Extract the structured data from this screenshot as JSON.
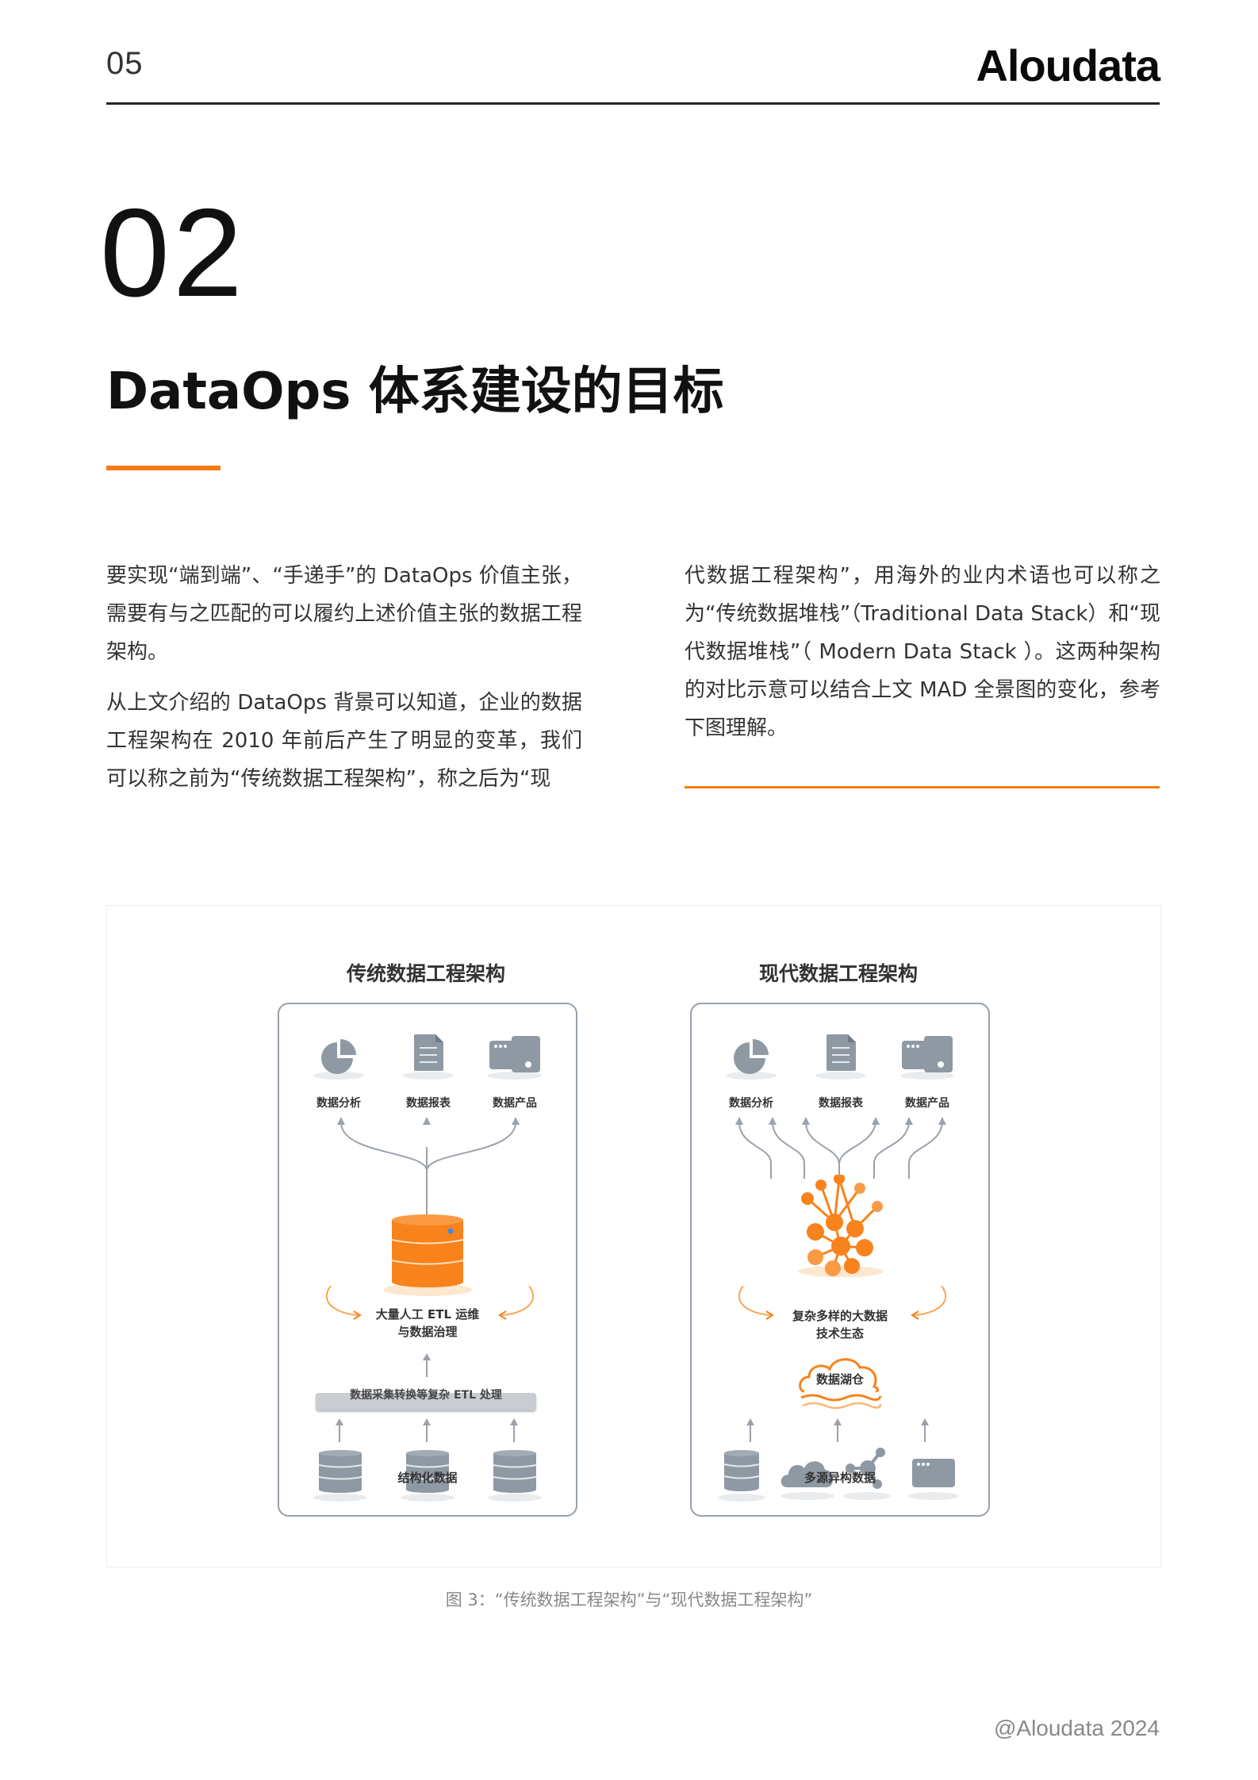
{
  "header": {
    "page_number": "05",
    "brand": "Aloudata"
  },
  "chapter": {
    "number": "02",
    "title": "DataOps 体系建设的目标"
  },
  "body": {
    "left_paragraphs": [
      "要实现“端到端”、“手递手”的 DataOps 价值主张，需要有与之匹配的可以履约上述价值主张的数据工程架构。",
      "从上文介绍的 DataOps 背景可以知道，企业的数据工程架构在 2010 年前后产生了明显的变革，我们可以称之前为“传统数据工程架构”，称之后为“现"
    ],
    "right_paragraphs": [
      "代数据工程架构”，用海外的业内术语也可以称之为“传统数据堆栈”（Traditional Data Stack）和“现代数据堆栈”（ Modern Data Stack ）。这两种架构的对比示意可以结合上文 MAD 全景图的变化，参考下图理解。"
    ]
  },
  "figure": {
    "traditional": {
      "title": "传统数据工程架构",
      "top_icons": [
        {
          "icon": "pie-chart-icon",
          "label": "数据分析"
        },
        {
          "icon": "document-icon",
          "label": "数据报表"
        },
        {
          "icon": "product-window-icon",
          "label": "数据产品"
        }
      ],
      "core_icon": "orange-database-icon",
      "middle_label_line1": "大量人工 ETL 运维",
      "middle_label_line2": "与数据治理",
      "etl_bar_label": "数据采集转换等复杂 ETL 处理",
      "bottom_icons": [
        "database-icon",
        "database-icon",
        "database-icon"
      ],
      "bottom_label": "结构化数据"
    },
    "modern": {
      "title": "现代数据工程架构",
      "top_icons": [
        {
          "icon": "pie-chart-icon",
          "label": "数据分析"
        },
        {
          "icon": "document-icon",
          "label": "数据报表"
        },
        {
          "icon": "product-window-icon",
          "label": "数据产品"
        }
      ],
      "core_icon": "network-graph-icon",
      "middle_label_line1": "复杂多样的大数据",
      "middle_label_line2": "技术生态",
      "lakehouse_label": "数据湖仓",
      "bottom_icons": [
        "database-icon",
        "cloud-icon",
        "share-nodes-icon",
        "browser-window-icon"
      ],
      "bottom_label": "多源异构数据"
    },
    "caption": "图 3：“传统数据工程架构”与“现代数据工程架构”"
  },
  "footer": {
    "copyright": "@Aloudata 2024"
  },
  "colors": {
    "accent": "#f27c13",
    "icon_gray": "#8e99a4",
    "panel_border": "#97a1ad",
    "db_blue_dot": "#3b8beb"
  }
}
